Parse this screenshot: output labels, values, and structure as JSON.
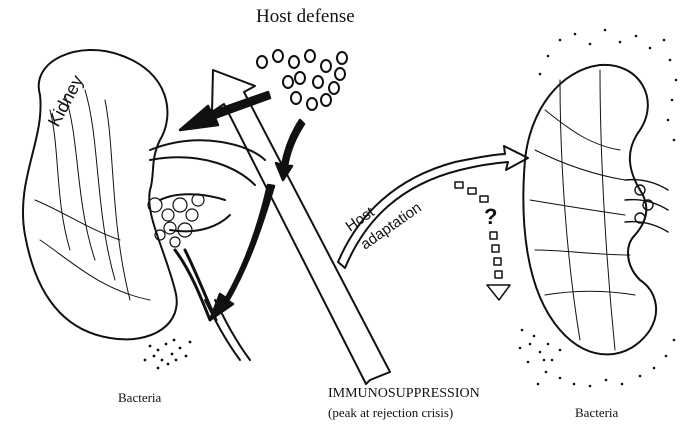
{
  "labels": {
    "title": "Host defense",
    "kidney": "Kidney",
    "host": "Host",
    "adaptation": "adaptation",
    "bacteria_left": "Bacteria",
    "immunosuppression": "IMMUNOSUPPRESSION",
    "immunosuppression_note": "(peak at rejection crisis)",
    "question_mark": "?",
    "bacteria_right": "Bacteria"
  },
  "colors": {
    "ink": "#111111",
    "paper": "#ffffff"
  }
}
